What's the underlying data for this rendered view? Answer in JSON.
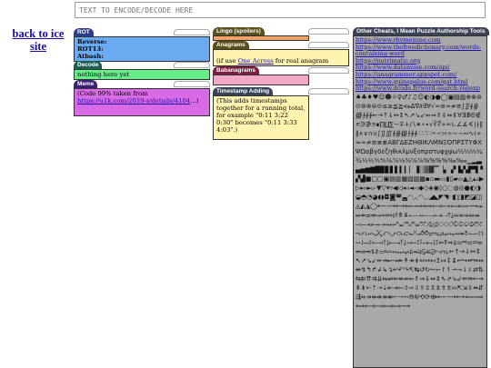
{
  "back_link": "back to ice site",
  "main_input": {
    "placeholder": "TEXT TO ENCODE/DECODE HERE"
  },
  "rot": {
    "title": "ROT",
    "rows": [
      {
        "label": "Reverse:",
        "value": ""
      },
      {
        "label": "ROT13:",
        "value": ""
      },
      {
        "label": "Atbash:",
        "value": ""
      }
    ]
  },
  "decode": {
    "title": "Decode",
    "text": "nothing here yet"
  },
  "meme": {
    "title": "Meme",
    "text_before": "(Code 99% taken from ",
    "link": "https://u1k.com/2019-s/details/4104",
    "text_after": "...)"
  },
  "lingo": {
    "title": "Lingo (spoilers)"
  },
  "anagrams": {
    "title": "Anagrams",
    "text_before": "(if use ",
    "link": "One Across",
    "text_after": " for real anagram cheating...)"
  },
  "babanagrams": {
    "title": "Babanagrams"
  },
  "timestamp": {
    "title": "Timestamp Adding",
    "text": "(This adds timestamps together for a running total, for example \"0:11 3:22 0:30\" becomes \"0:11 3:33 4:03\".)"
  },
  "tools": {
    "title": "Other Cheats, I Mean Puzzle Authorship Tools",
    "links": [
      "https://www.rhymezone.com",
      "https://www.thefreedictionary.com/words-containing-word",
      "https://nutrimatic.org",
      "https://www.datamuse.com/api/",
      "https://anagrammer.appspot.com/",
      "https://www.quinapalus.com/qat.html",
      "https://www.dcode.fr/word-search-regexp"
    ],
    "symbols": "♠♣♦♥☺☻☼♀♂♪♫☺◐◑●◯▣▤▥⊕⊗⊘⊙⊚⊛⊜⊝≤≥≦≧⪪⪫∆∇∂∃∀√∞≡≈≠≅∫∬∮∯∰∱∲∳←→↑↓↔↕↖↗↘↙⇐⇒⇑⇓⇔⇕∀∃∄∈∉∊∋∌∍∎∏∐∑−∓∔∕∖∗∘∙√∛∜∝∞∟∠∡∢∣∤∥∦∧∨∩∪∫∬∭∮∯∰∱∲∳∴∵∶∷∸∹∺∻∼∽∾∿≀≁≂≃≄≅≆≇ΑΒΓΔΕΖΗΘΙΚΛΜΝΞΟΠΡΣΤΥΦΧΨΩαβγδεζηθικλμνξοπρστυφχψω½⅓⅔¼¾⅕⅖⅗⅘⅙⅚⅛⅜⅝⅞%%%%‰‱▁▂▃▄▅▆▇█▉▊▋▌▍▎▏▐░▒▓▔▕▖▗▘▙▚▛▜▝▞▟■□▢▣▤▥▦▧▨▩▪▫▬▭▮▯▰▱▲△▴▵▶▷▸▹►▻▼▽▾▿◀◁◂◃◄◅◆◇◈◉◊○◌◍◎●◐◑◒◓◔◕◖◗◘◙◚◛◜◝◞◟◠◡◢◣◤◥◦◧◨◩◪◫◬◭◮◯⟵⟶⟷⟸⟹⟺⟻⟼⟽⟾⟿⤀⤁⤂⤃⤄⤅⤆⤇⤈⤉⤊⤋⤌⤍⤎⤏⤐⤑⤒⤓⤔⤕⤖⤗⤘⤙⤚⤛⤜⤝⤞⤟⤠⤡⤢⤣⤤⤥⤦⤧⤨⤩⤪⤫⤬⤭⤮⤯⤰⤱⤲⤳⤴⤵⤶⤷⤸⤹⤺⤻⤼⤽⤾⤿⥀⥁⥂⥃⥄⥅⥆⥇⥈⥉⥊⥋⥌⥍⥎⥏⥐⥑⥒⥓⥔⥕⥖⥗⥘⥙⥚⥛⥜⥝⥞⥟⥠⥡⥢⥣⥤⥥⥦⥧⥨⥩⥪⥫⥬⥭⥮⥯⥰⥱⥲⥳⥴⥵⥶⥷⥸⥹⥺⥻⥼⥽⥾⥿←↑→↓↔↕↖↗↘↙↚↛↜↝↞↟↠↡↢↣↤↥↦↧↨↩↪↫↬↭↮↯↰↱↲↳↴↵↶↷↸↹↺↻↼↽↾↿⇀⇁⇂⇃⇄⇅⇆⇇⇈⇉⇊⇋⇌⇍⇎⇏⇐⇑⇒⇓⇔⇕⇖⇗⇘⇙⇚⇛⇜⇝⇞⇟⇠⇡⇢⇣⇤⇥⇦⇧⇨⇩⇪⇫⇬⇭⇮⇯⇰⇱⇲⇳⇴⇵⇶⇷⇸⇹⇺⇻⇼⇽⇾⇿⟰⟱⟲⟳⟴⟵⟶⟷⟸⟹⟺⟻⟼⟽⟾⟿"
  },
  "colors": {
    "rot_bg": "#6aaaf0",
    "decode_bg": "#66ee88",
    "meme_bg": "#d86ae6",
    "lingo_bg": "#f2a266",
    "anagram_bg": "#fff3b0",
    "baba_bg": "#f4a7c6",
    "timestamp_bg": "#fff3b0",
    "tools_bg": "#a9a9a9"
  }
}
